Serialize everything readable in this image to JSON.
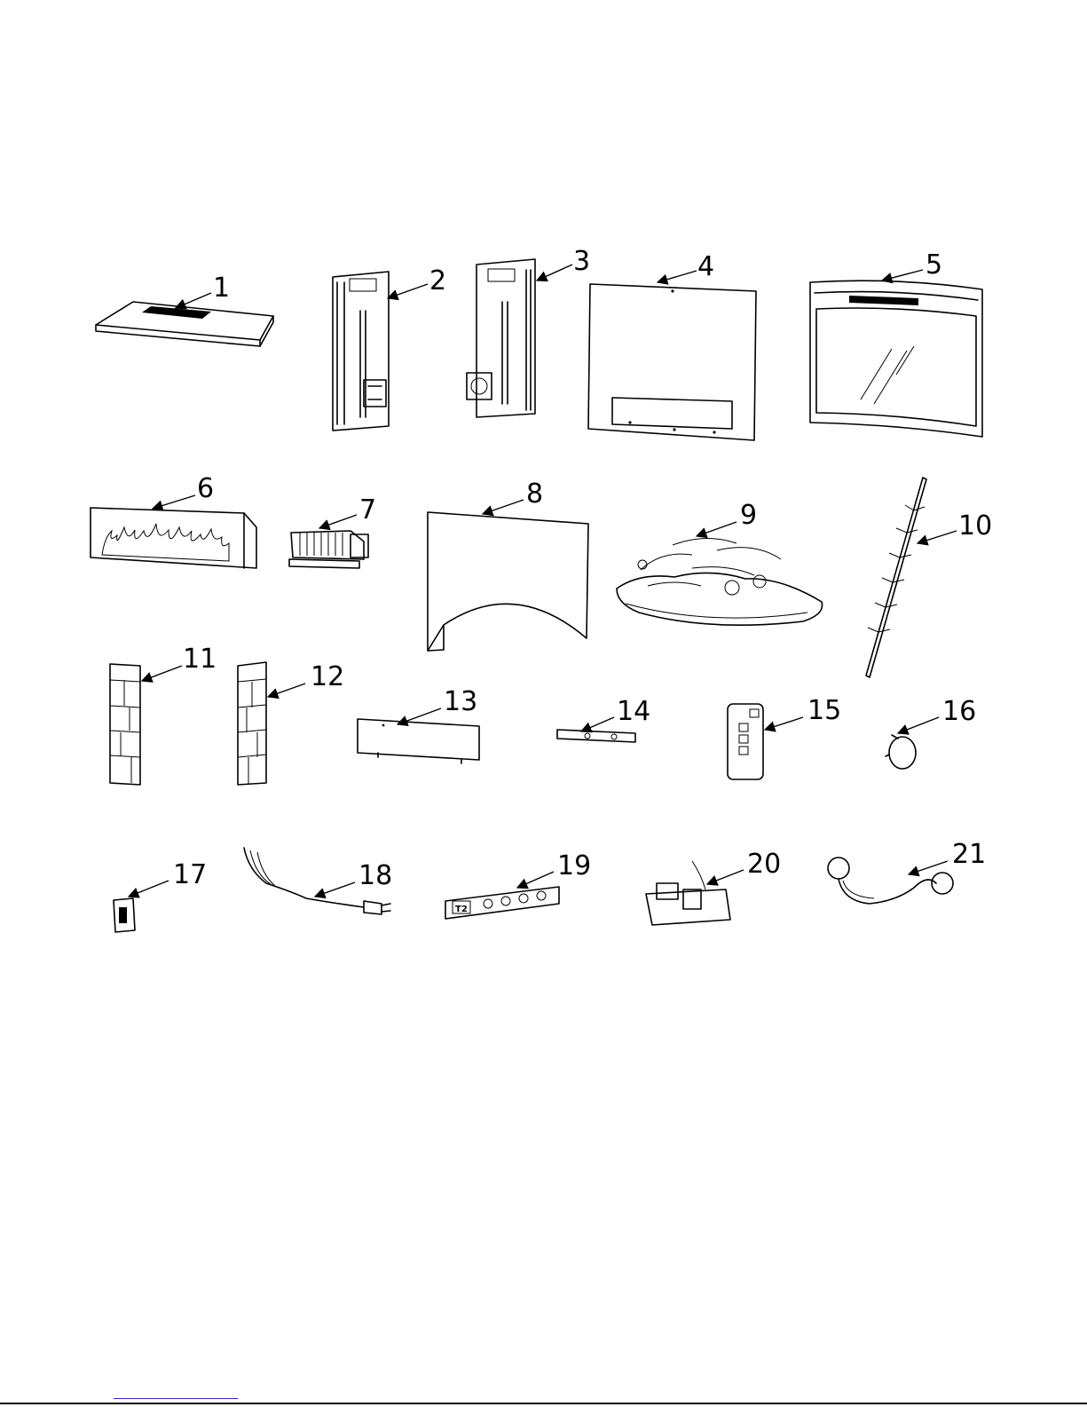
{
  "diagram": {
    "callouts": [
      {
        "id": 1,
        "label": "1"
      },
      {
        "id": 2,
        "label": "2"
      },
      {
        "id": 3,
        "label": "3"
      },
      {
        "id": 4,
        "label": "4"
      },
      {
        "id": 5,
        "label": "5"
      },
      {
        "id": 6,
        "label": "6"
      },
      {
        "id": 7,
        "label": "7"
      },
      {
        "id": 8,
        "label": "8"
      },
      {
        "id": 9,
        "label": "9"
      },
      {
        "id": 10,
        "label": "10"
      },
      {
        "id": 11,
        "label": "11"
      },
      {
        "id": 12,
        "label": "12"
      },
      {
        "id": 13,
        "label": "13"
      },
      {
        "id": 14,
        "label": "14"
      },
      {
        "id": 15,
        "label": "15"
      },
      {
        "id": 16,
        "label": "16"
      },
      {
        "id": 17,
        "label": "17"
      },
      {
        "id": 18,
        "label": "18"
      },
      {
        "id": 19,
        "label": "19"
      },
      {
        "id": 20,
        "label": "20"
      },
      {
        "id": 21,
        "label": "21"
      }
    ],
    "part19_display": "T2",
    "colors": {
      "line": "#000000",
      "background": "#ffffff",
      "link": "#2b2bd6"
    }
  }
}
